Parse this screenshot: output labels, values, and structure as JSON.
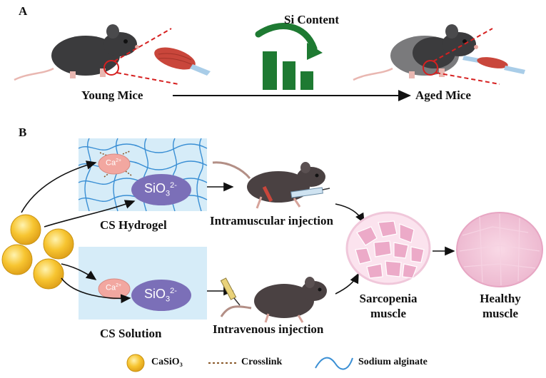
{
  "panel_a": {
    "letter": "A",
    "si_content_label": "Si Content",
    "young_label": "Young Mice",
    "aged_label": "Aged Mice"
  },
  "panel_b": {
    "letter": "B",
    "hydrogel_label": "CS Hydrogel",
    "solution_label": "CS Solution",
    "im_injection_label": "Intramuscular injection",
    "iv_injection_label": "Intravenous injection",
    "sarcopenia_label_1": "Sarcopenia",
    "sarcopenia_label_2": "muscle",
    "healthy_label_1": "Healthy",
    "healthy_label_2": "muscle",
    "ca_ion_base": "Ca",
    "ca_ion_sup": "2+",
    "sio_base": "SiO",
    "sio_sub": "3",
    "sio_sup": "2-"
  },
  "legend": {
    "casio3": "CaSiO₃",
    "crosslink": "Crosslink",
    "sodium_alginate": "Sodium alginate"
  },
  "colors": {
    "mouse_dark": "#3b3b3d",
    "mouse_grey": "#7a7a7c",
    "muscle_red": "#c9463b",
    "tendon_blue": "#a9cde8",
    "bar_green": "#1e7a32",
    "red_dashed": "#d62020",
    "bead_yellow": "#f7c531",
    "hydrogel_bg": "#d6ecf8",
    "alginate_line": "#3a8fd4",
    "sio_oval": "#7b6fb8",
    "ca_oval": "#f2a7a0",
    "muscle_pink": "#f3c4d9",
    "crosslink_brown": "#8b5a2b"
  }
}
